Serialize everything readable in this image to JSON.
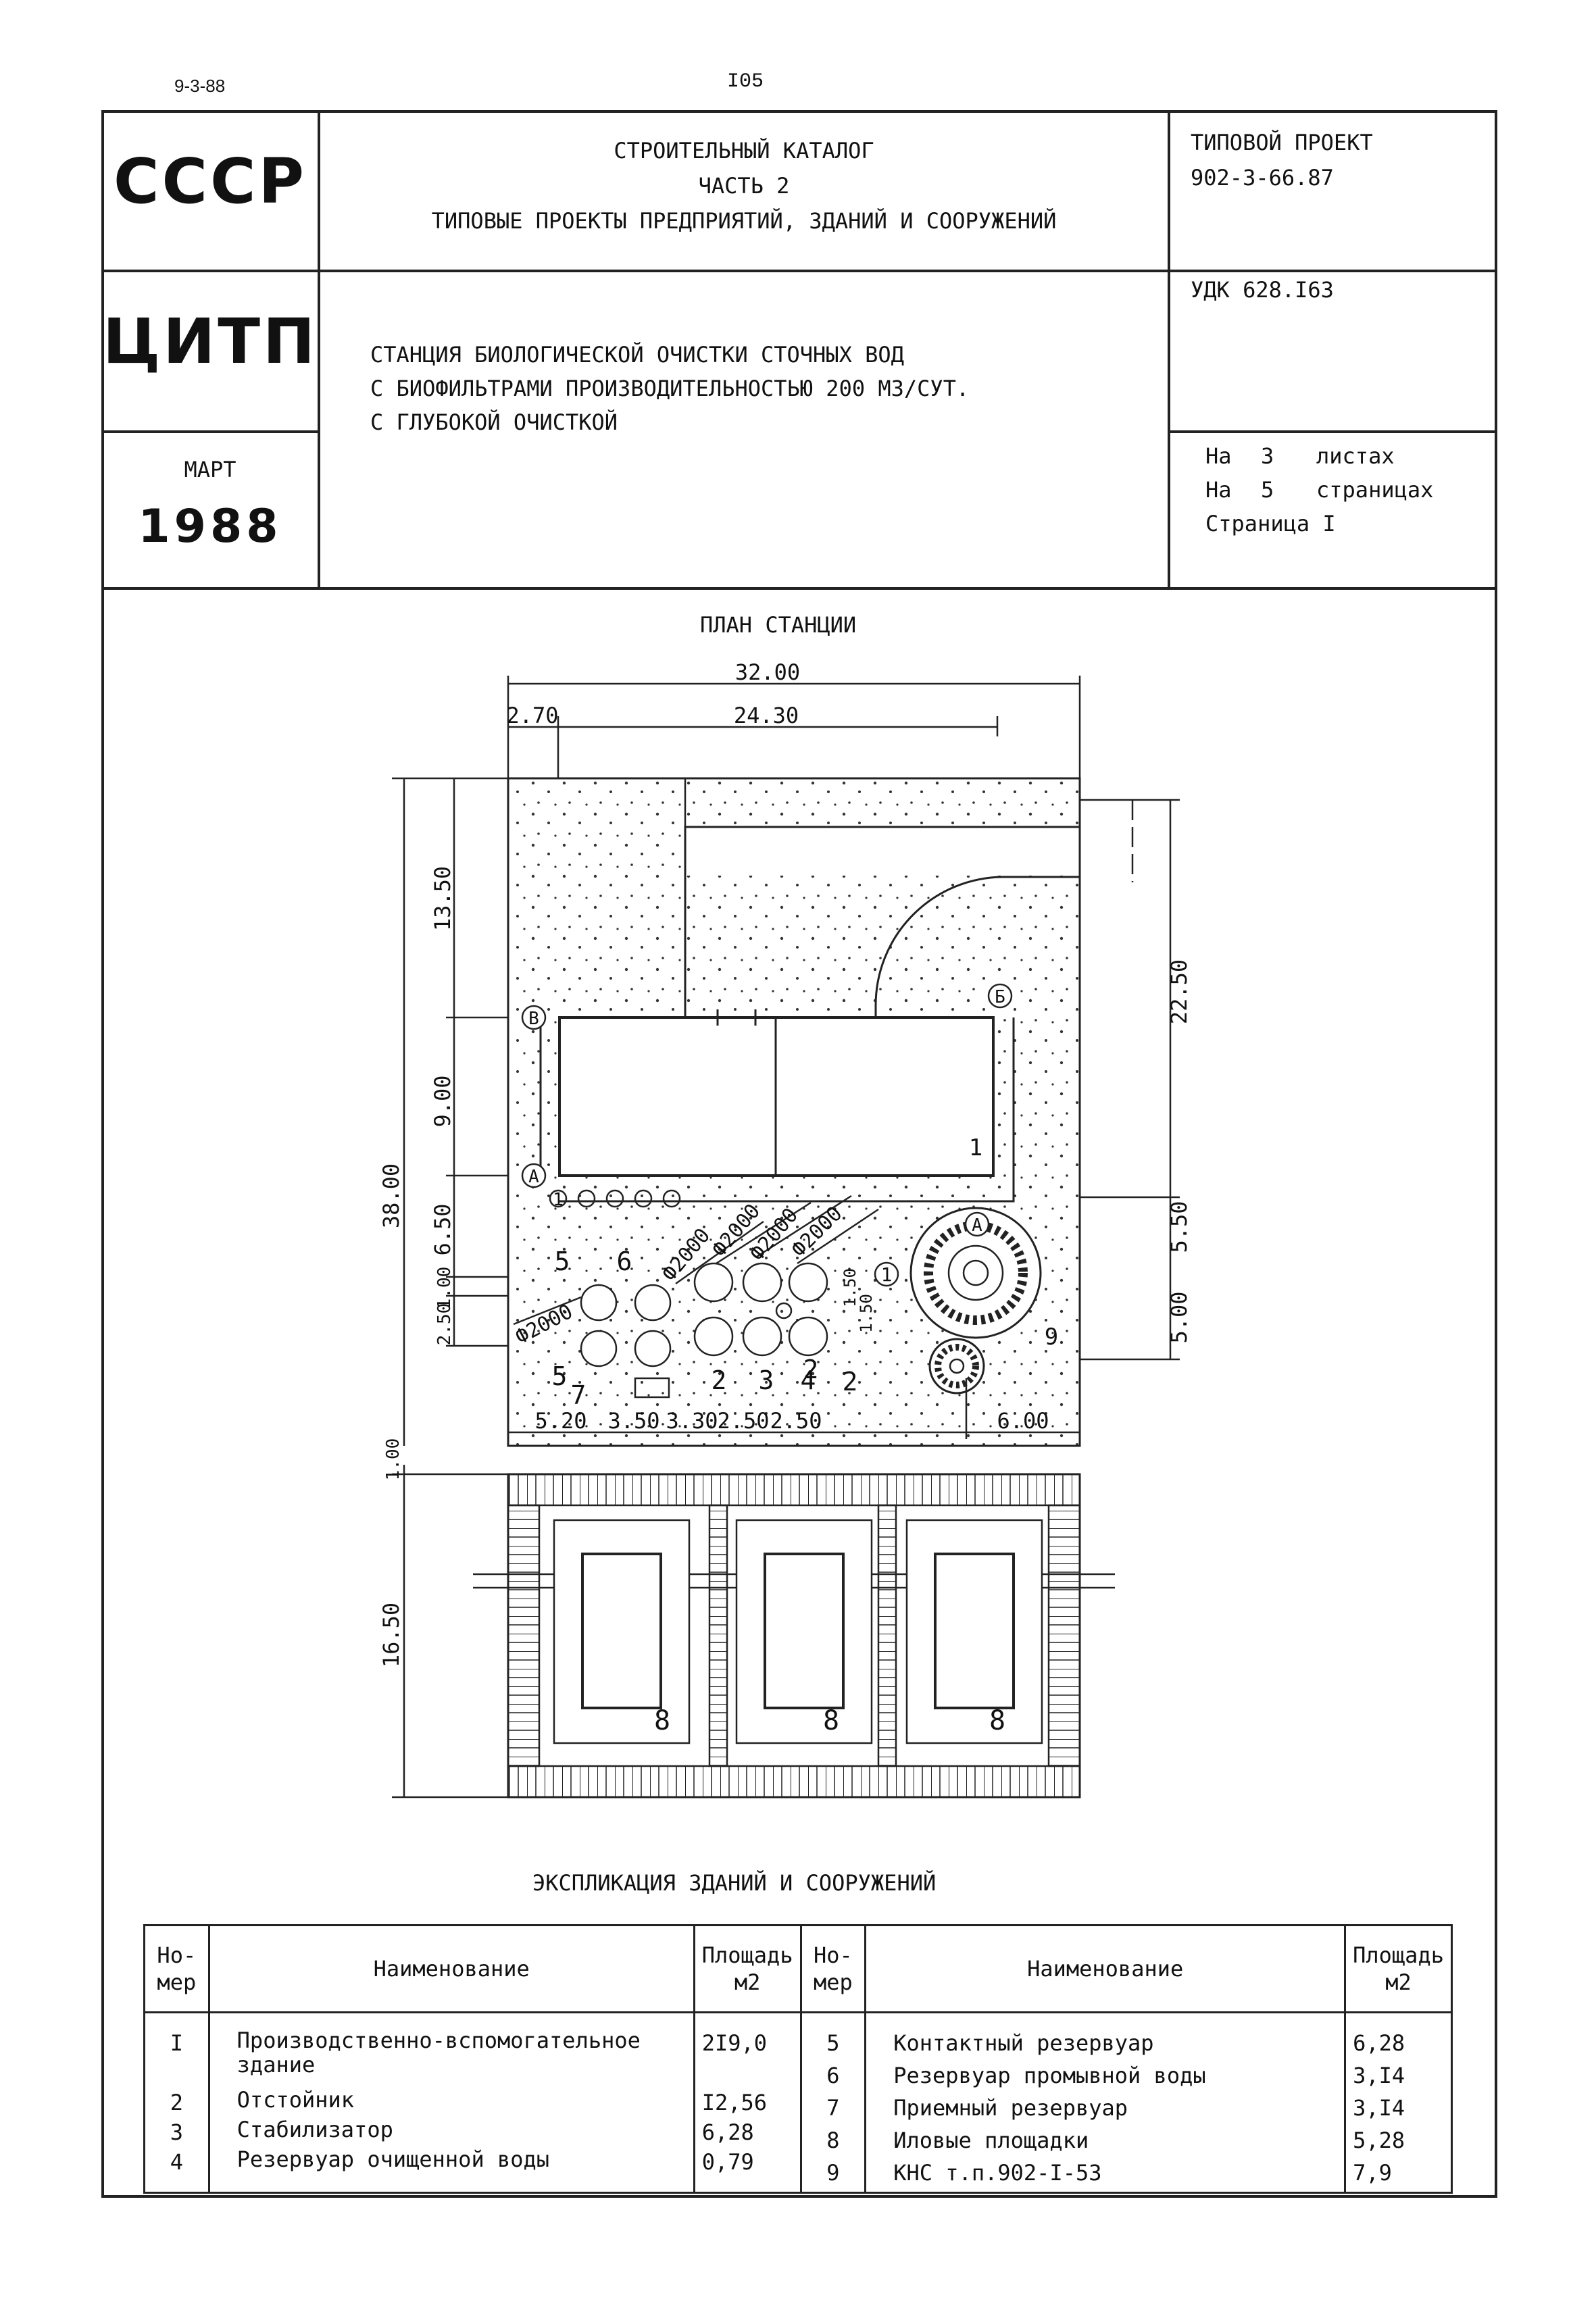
{
  "page": {
    "top_left_code": "9-3-88",
    "page_number": "I05"
  },
  "stamp": {
    "org1": "СССР",
    "org2": "ЦИТП",
    "month": "МАРТ",
    "year": "1988"
  },
  "catalog": {
    "line1": "СТРОИТЕЛЬНЫЙ КАТАЛОГ",
    "line2": "ЧАСТЬ 2",
    "line3": "ТИПОВЫЕ ПРОЕКТЫ ПРЕДПРИЯТИЙ, ЗДАНИЙ И СООРУЖЕНИЙ"
  },
  "project": {
    "label": "ТИПОВОЙ ПРОЕКТ",
    "number": "902-3-66.87",
    "udk": "УДК 628.I63"
  },
  "title": {
    "line1": "СТАНЦИЯ БИОЛОГИЧЕСКОЙ ОЧИСТКИ СТОЧНЫХ ВОД",
    "line2": "С БИОФИЛЬТРАМИ ПРОИЗВОДИТЕЛЬНОСТЬЮ 200 МЗ/СУТ.",
    "line3": "С ГЛУБОКОЙ ОЧИСТКОЙ"
  },
  "sheets": {
    "line1_a": "На",
    "line1_b": "3",
    "line1_c": "листах",
    "line2_a": "На",
    "line2_b": "5",
    "line2_c": "страницах",
    "line3": "Страница I"
  },
  "plan": {
    "title": "ПЛАН СТАНЦИИ",
    "dims": {
      "total_width": "32.00",
      "left_offset": "2.70",
      "inner_width": "24.30",
      "total_height": "38.00",
      "h_upper": "13.50",
      "h_building": "9.00",
      "h_650": "6.50",
      "h_100": "1.00",
      "h_250": "2.50",
      "r_2250": "22.50",
      "r_550": "5.50",
      "r_500": "5.00",
      "b_520": "5.20",
      "b_350": "3.50",
      "b_330": "3.30",
      "b_250a": "2.50",
      "b_250b": "2.50",
      "b_600": "6.00",
      "gap_100": "1.00",
      "sludge_h": "16.50",
      "tank_gap": "1.50",
      "tank_dim": "1.50"
    },
    "diameters": [
      "Ф2000",
      "Ф2000",
      "Ф2000",
      "Ф2000",
      "Ф2000"
    ],
    "axis_labels": [
      "В",
      "А",
      "Б",
      "А"
    ],
    "numbers": [
      "1",
      "1",
      "1",
      "2",
      "2",
      "2",
      "3",
      "4",
      "5",
      "5",
      "6",
      "7",
      "8",
      "8",
      "8",
      "9"
    ]
  },
  "explication": {
    "title": "ЭКСПЛИКАЦИЯ ЗДАНИЙ И СООРУЖЕНИЙ",
    "headers": {
      "num": "Но-\nмер",
      "name": "Наименование",
      "area": "Площадь\nм2"
    },
    "left": [
      {
        "num": "I",
        "name": "Производственно-вспомогательное здание",
        "area": "2I9,0"
      },
      {
        "num": "2",
        "name": "Отстойник",
        "area": "I2,56"
      },
      {
        "num": "3",
        "name": "Стабилизатор",
        "area": "6,28"
      },
      {
        "num": "4",
        "name": "Резервуар очищенной воды",
        "area": "0,79"
      }
    ],
    "right": [
      {
        "num": "5",
        "name": "Контактный резервуар",
        "area": "6,28"
      },
      {
        "num": "6",
        "name": "Резервуар промывной воды",
        "area": "3,I4"
      },
      {
        "num": "7",
        "name": "Приемный резервуар",
        "area": "3,I4"
      },
      {
        "num": "8",
        "name": "Иловые площадки",
        "area": "5,28"
      },
      {
        "num": "9",
        "name": "КНС т.п.902-I-53",
        "area": "7,9"
      }
    ]
  }
}
